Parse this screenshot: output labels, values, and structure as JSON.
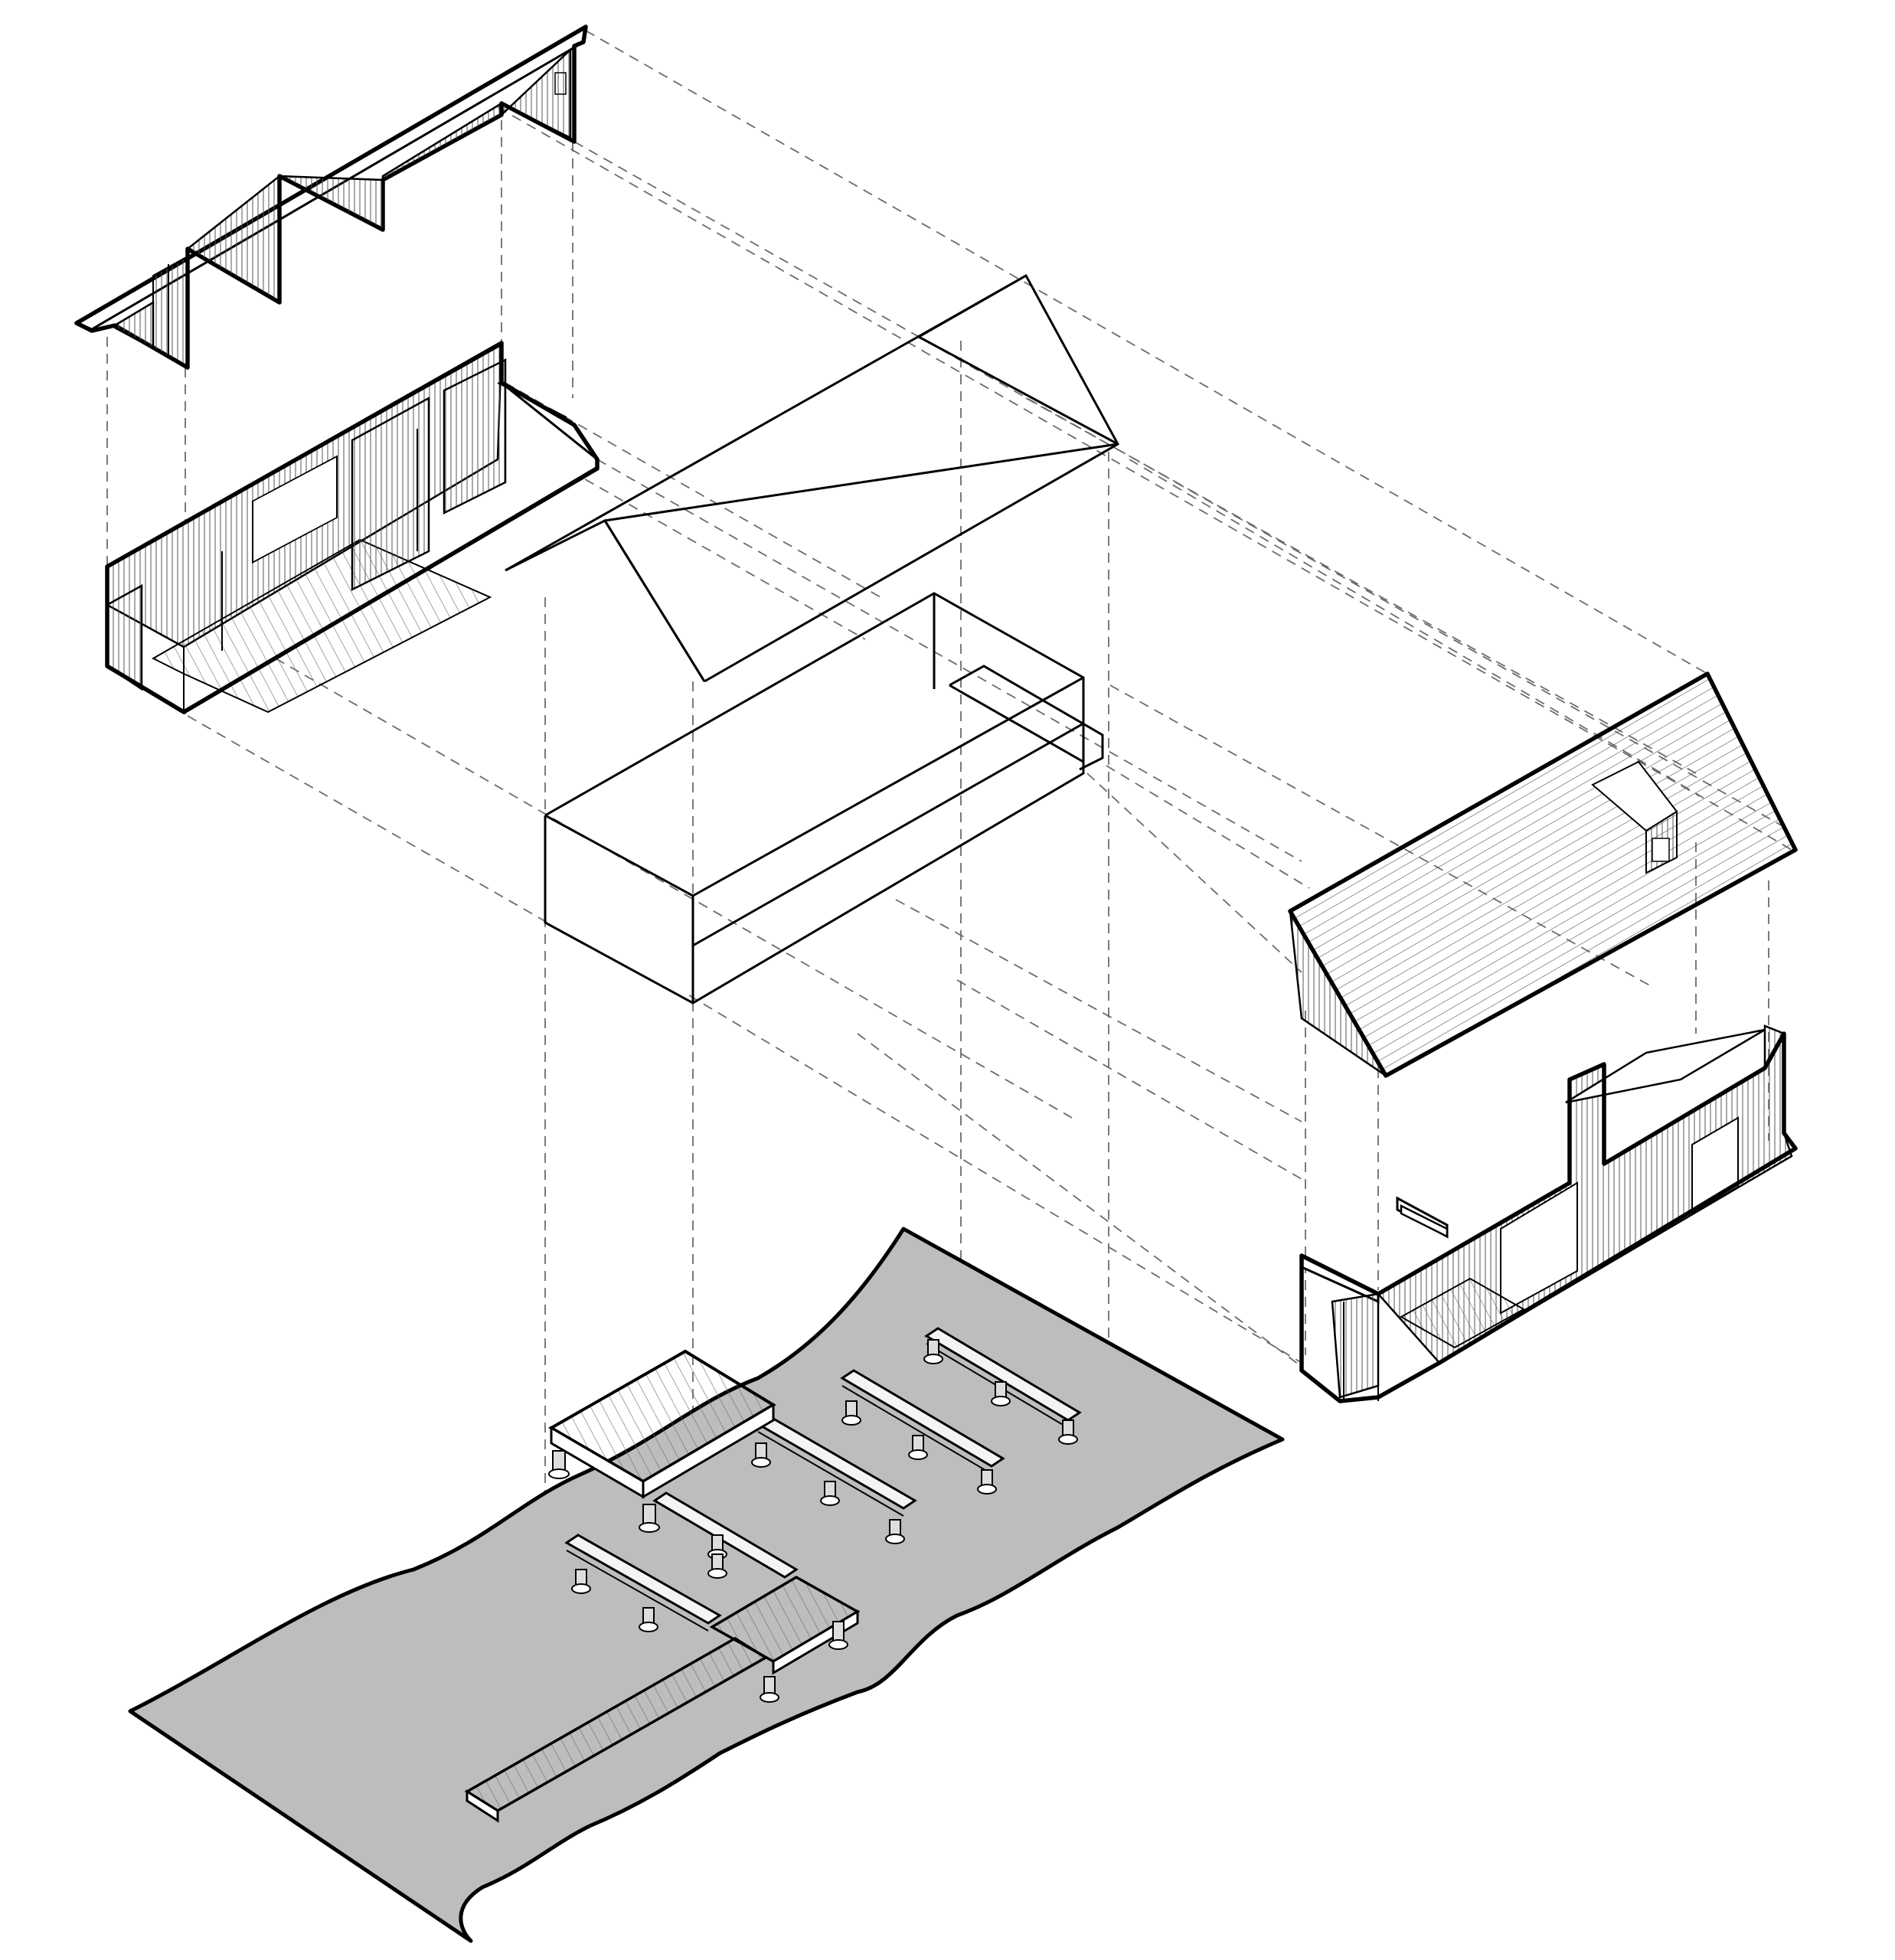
{
  "colors": {
    "ground": "#bdbdbd",
    "linework": "#000000",
    "projection_lines": "#6b6b6b",
    "background": "#ffffff"
  },
  "components": [
    "roof-section-upper-left",
    "interior-section-left",
    "gable-roof-wireframe",
    "box-volume-wireframe",
    "roof-assembly-right",
    "wall-assembly-right",
    "ground-plane",
    "deck-platform",
    "ramp-boardwalk",
    "foundation-beams"
  ]
}
